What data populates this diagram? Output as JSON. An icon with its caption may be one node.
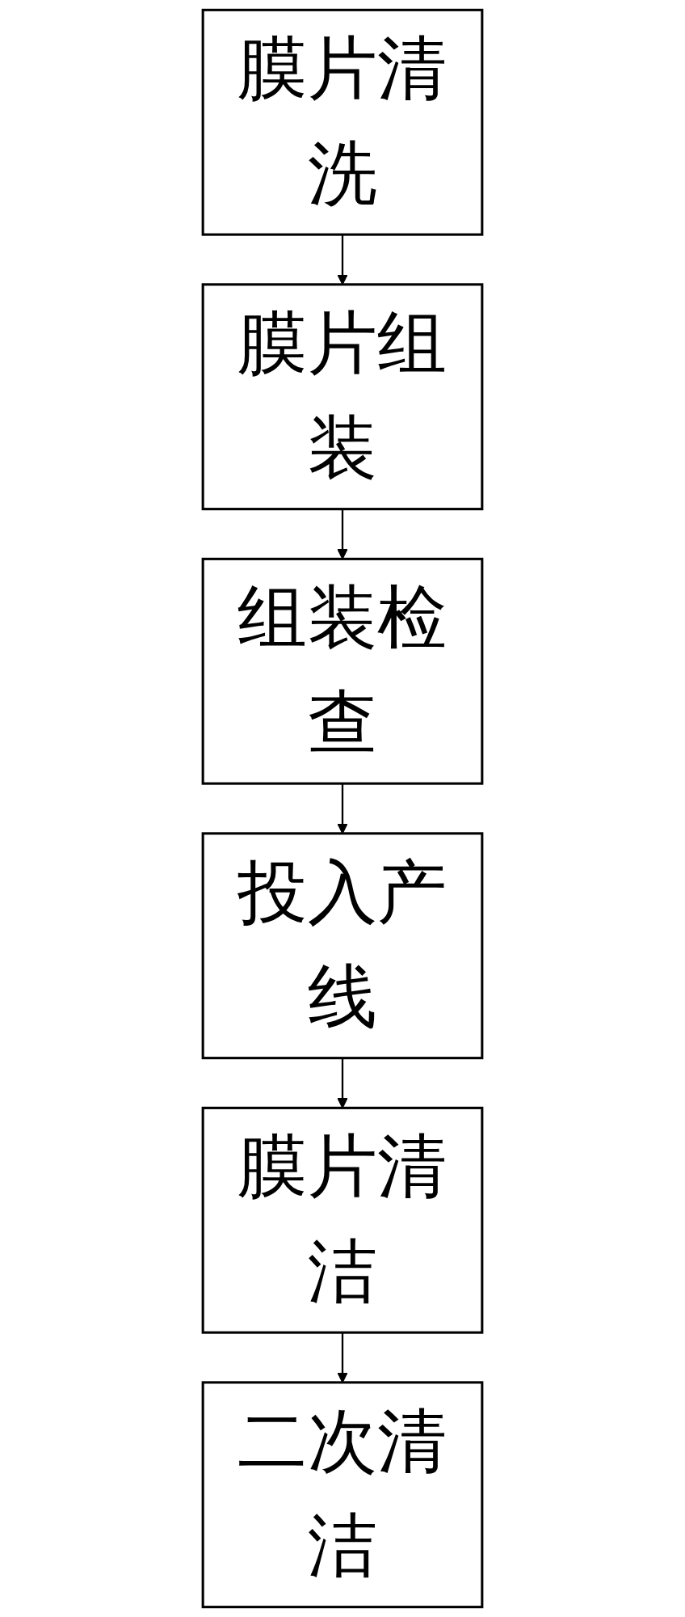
{
  "diagram": {
    "nodes": [
      {
        "text": [
          "膜片清洗"
        ]
      },
      {
        "text": [
          "膜片组装"
        ]
      },
      {
        "text": [
          "组装检查"
        ]
      },
      {
        "text": [
          "投入产线"
        ]
      },
      {
        "text": [
          "膜片清洁"
        ]
      },
      {
        "text": [
          "二次清洁"
        ]
      }
    ],
    "edges": [
      {
        "from": 0,
        "to": 1,
        "arrow": "to"
      },
      {
        "from": 1,
        "to": 2,
        "arrow": "to"
      },
      {
        "from": 2,
        "to": 3,
        "arrow": "to"
      },
      {
        "from": 3,
        "to": 4,
        "arrow": "to"
      },
      {
        "from": 4,
        "to": 5,
        "arrow": "to"
      }
    ]
  }
}
